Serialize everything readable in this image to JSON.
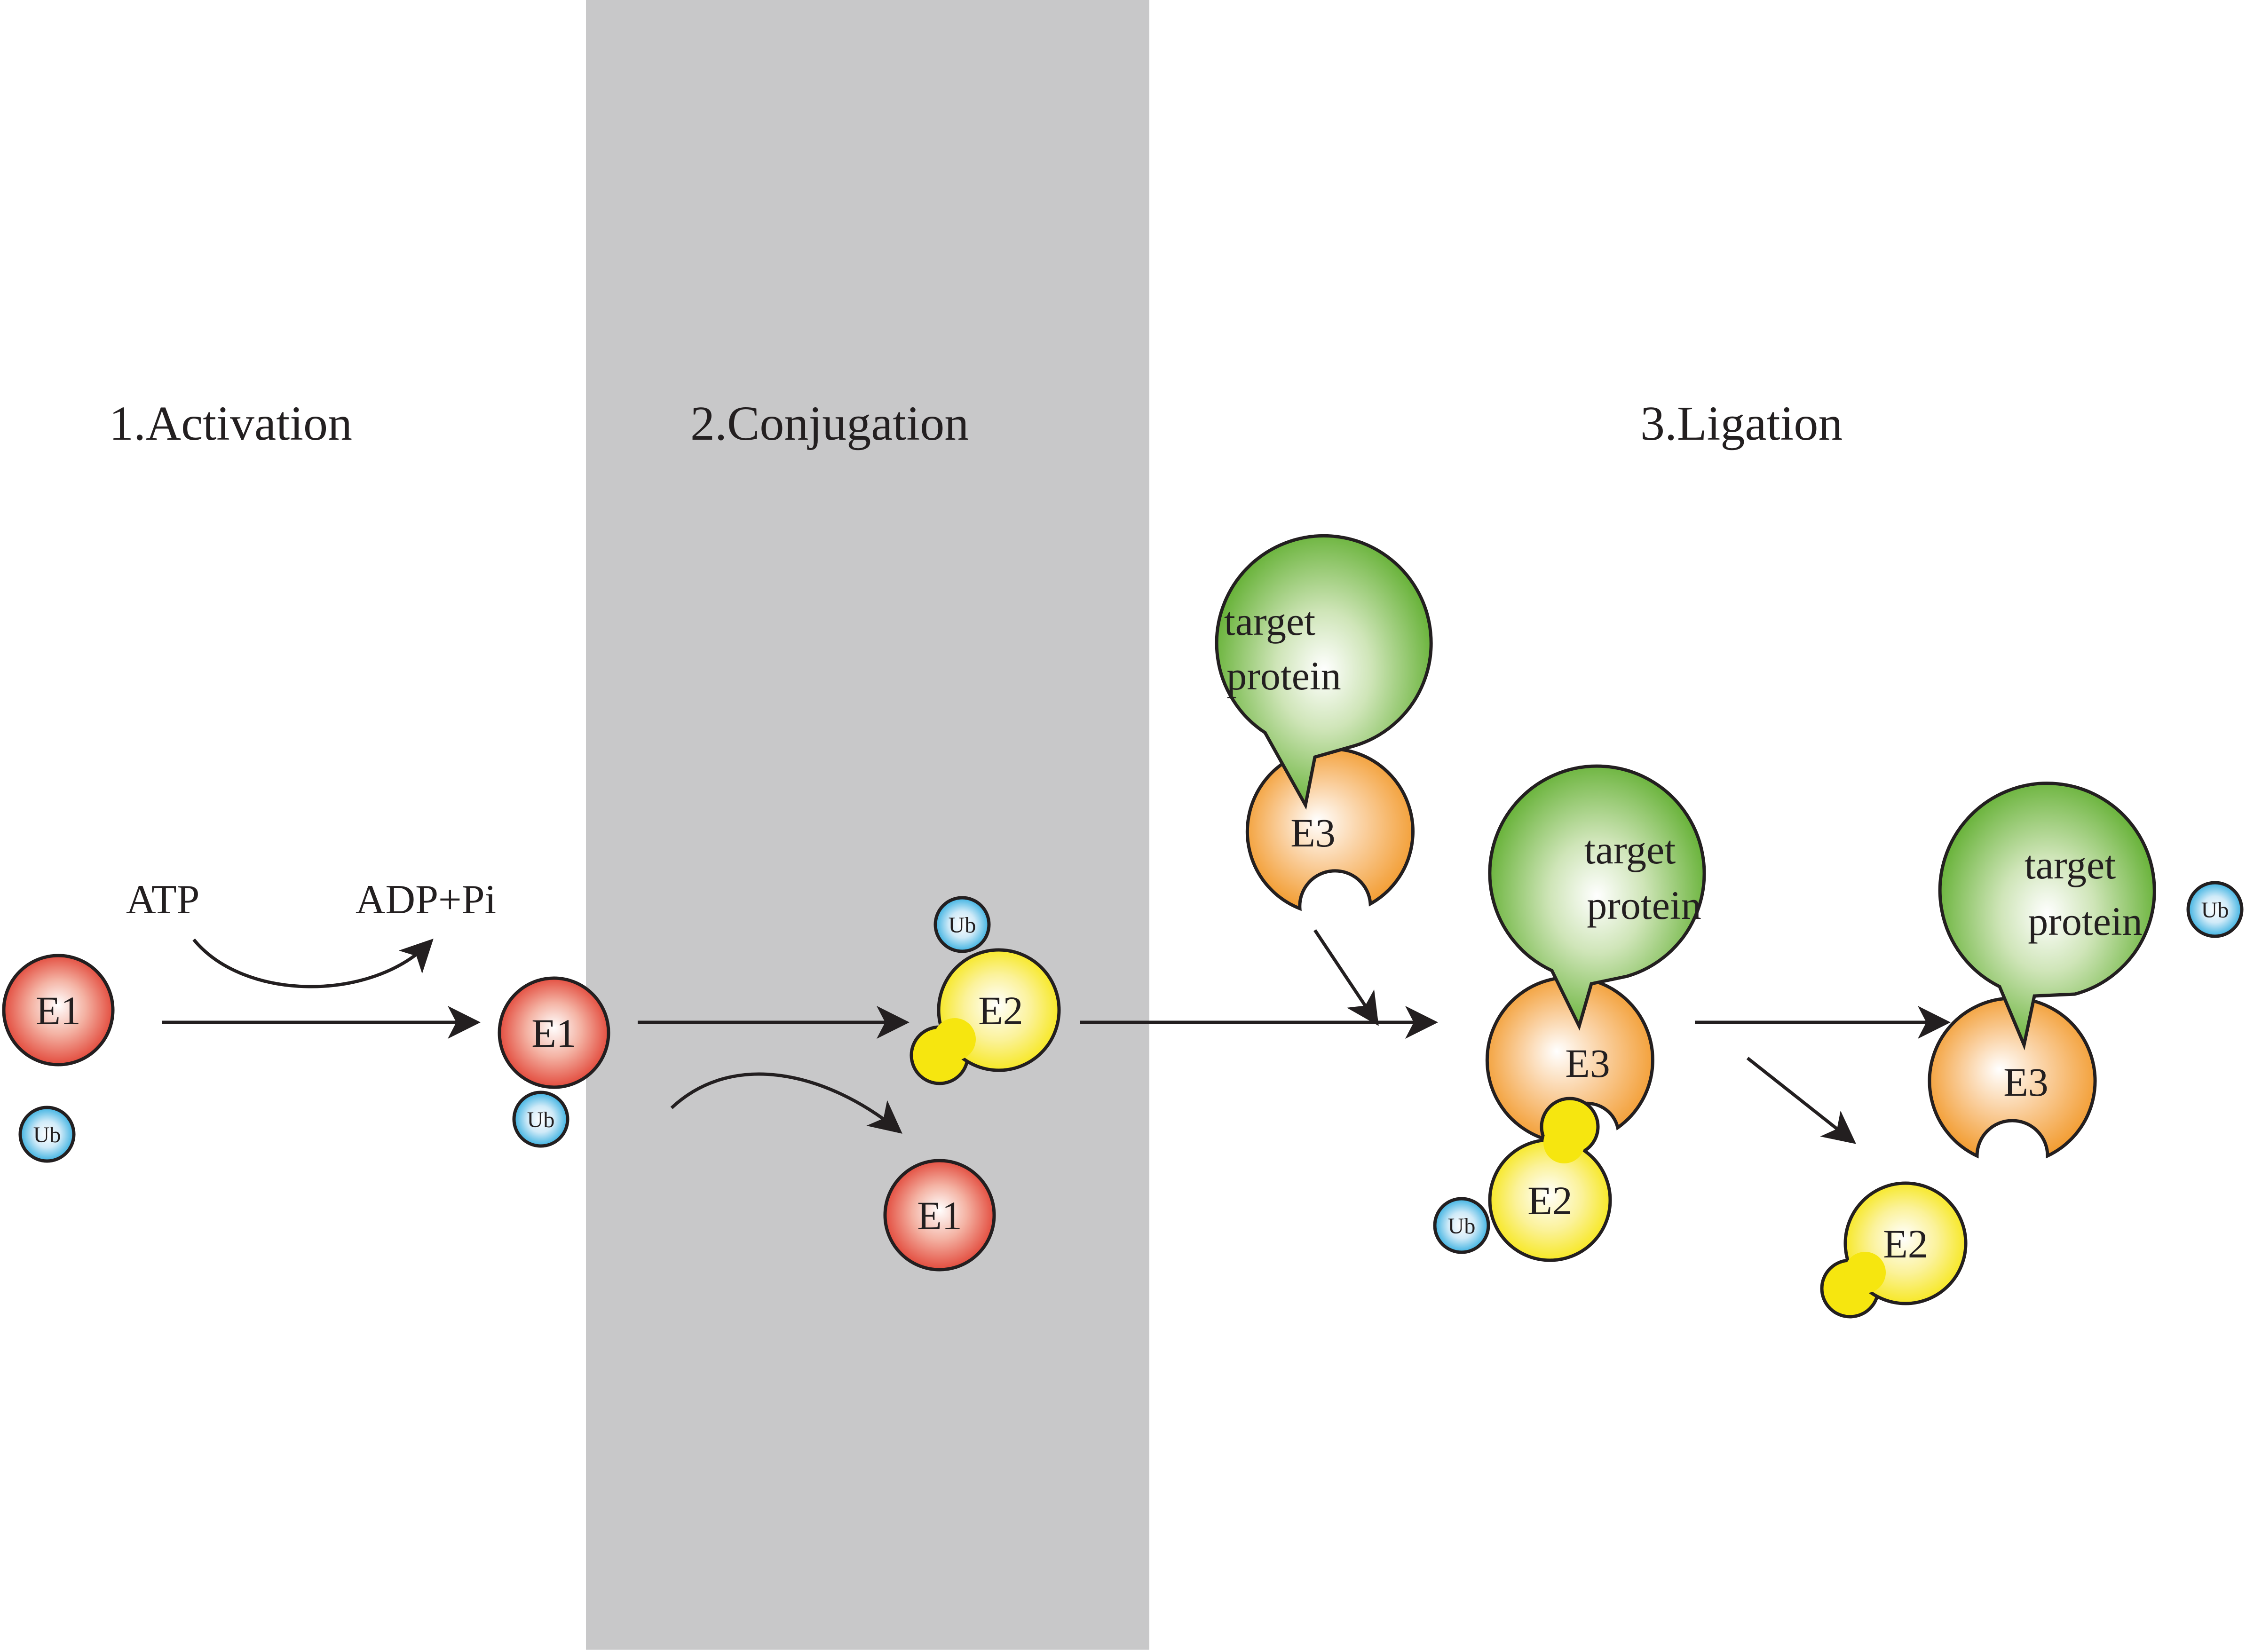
{
  "stages": {
    "activation": "1.Activation",
    "conjugation": "2.Conjugation",
    "ligation": "3.Ligation"
  },
  "side_labels": {
    "atp": "ATP",
    "adp_pi": "ADP+Pi"
  },
  "proteins": {
    "e1": "E1",
    "e2": "E2",
    "e3": "E3",
    "ub": "Ub",
    "target_line1": "target",
    "target_line2": "protein"
  },
  "colors": {
    "background": "#ffffff",
    "conjugation_band": "#c8c8c9",
    "e1_red": "#e03a2c",
    "e2_yellow": "#f6e60f",
    "e3_orange": "#f29a2c",
    "ub_blue": "#20a7dd",
    "target_green": "#5fae2e",
    "ink": "#231f20"
  }
}
